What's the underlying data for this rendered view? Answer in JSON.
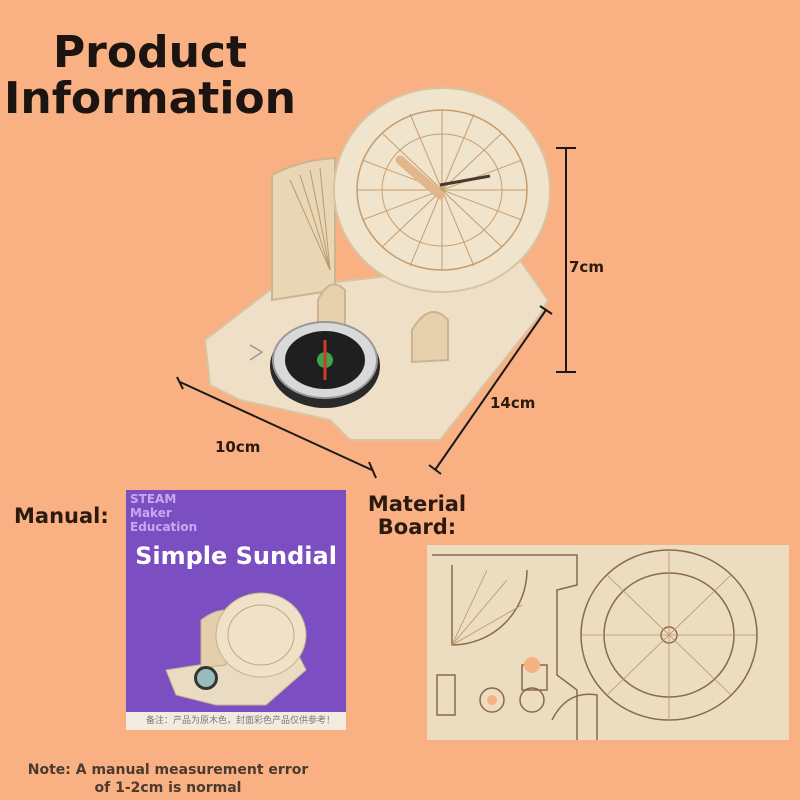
{
  "header": {
    "title": "Product Information"
  },
  "dimensions": {
    "height": "7cm",
    "depth": "14cm",
    "width": "10cm"
  },
  "labels": {
    "manual": "Manual:",
    "material_board": "Material Board:"
  },
  "manual_cover": {
    "tag": "STEAM Maker Education",
    "title": "Simple Sundial",
    "footer_note": "备注：产品为原木色，封面彩色产品仅供参考！"
  },
  "note": "Note: A manual measurement error of 1-2cm is normal",
  "colors": {
    "background": "#f9b183",
    "manual_purple": "#7b4fc1",
    "wood": "#ecdcc0"
  }
}
